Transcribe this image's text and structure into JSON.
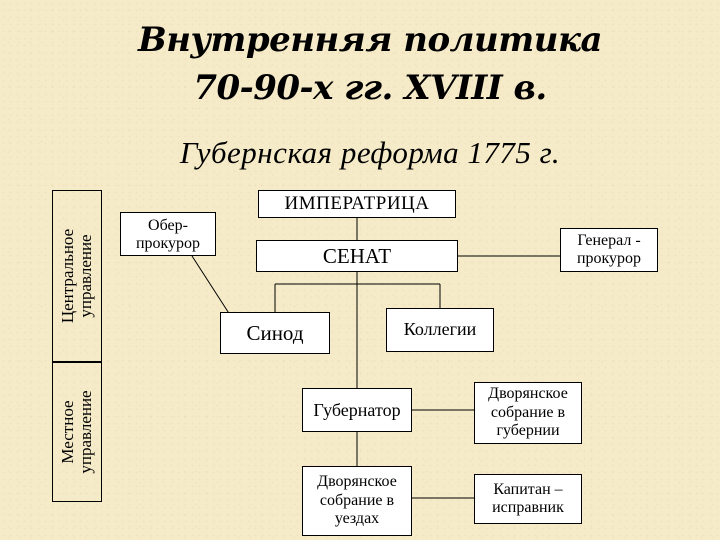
{
  "title": {
    "line1": "Внутренняя политика",
    "line2": "70-90-х гг. XVIII в."
  },
  "subtitle": "Губернская реформа 1775 г.",
  "sections": {
    "central": "Центральное\nуправление",
    "local": "Местное\nуправление"
  },
  "nodes": {
    "empress": "ИМПЕРАТРИЦА",
    "senate": "СЕНАТ",
    "ober_prokuror": "Обер-\nпрокурор",
    "general_prokuror": "Генерал -\nпрокурор",
    "synod": "Синод",
    "collegia": "Коллегии",
    "governor": "Губернатор",
    "noble_assembly_province": "Дворянское\nсобрание в\nгубернии",
    "noble_assembly_uezd": "Дворянское\nсобрание в\nуездах",
    "kapitan_ispravnik": "Капитан –\nисправник"
  }
}
